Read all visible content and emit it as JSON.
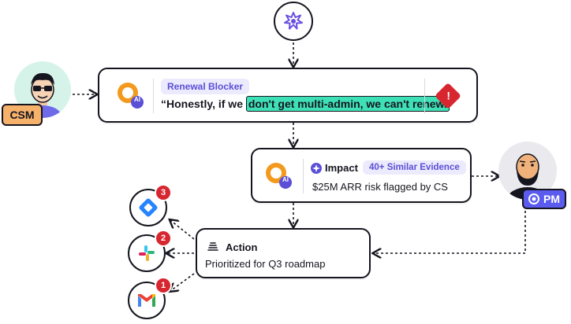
{
  "top_node": {
    "icon": "burst-logo-icon"
  },
  "csm": {
    "label": "CSM",
    "label_color": "#f6b26b",
    "avatar_bg": "#d6f3ea"
  },
  "renewal_card": {
    "tag": "Renewal Blocker",
    "quote_prefix": "“Honestly, if we ",
    "quote_highlight": "don't get multi-admin, we can't renew.",
    "quote_suffix": "”",
    "highlight_color": "#3ee0b5",
    "ai_badge": "AI",
    "alert_icon": "warning-diamond-icon"
  },
  "impact_card": {
    "title": "Impact",
    "tag": "40+ Similar Evidence",
    "body": "$25M ARR risk flagged by CS",
    "ai_badge": "AI"
  },
  "pm": {
    "label": "PM",
    "label_color": "#5b5bf0",
    "avatar_bg": "#e9e9ee"
  },
  "action_card": {
    "title": "Action",
    "body": "Prioritized for Q3 roadmap"
  },
  "integrations": [
    {
      "name": "jira",
      "icon": "jira-icon",
      "badge": "3"
    },
    {
      "name": "slack",
      "icon": "slack-icon",
      "badge": "2"
    },
    {
      "name": "gmail",
      "icon": "gmail-icon",
      "badge": "1"
    }
  ],
  "colors": {
    "accent": "#5a4fd6",
    "brand_orange": "#f39a1e",
    "alert_red": "#d7262f"
  }
}
